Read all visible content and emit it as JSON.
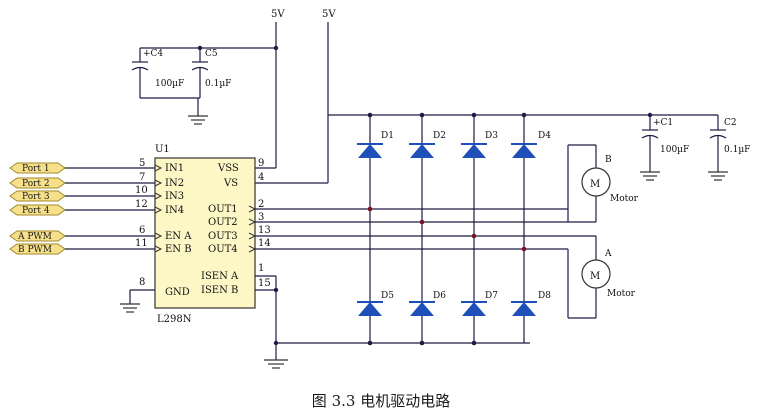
{
  "supply": {
    "label_left": "5V",
    "label_right": "5V"
  },
  "caps": {
    "c4": {
      "name": "+C4",
      "value": "100µF"
    },
    "c5": {
      "name": "C5",
      "value": "0.1µF"
    },
    "c1": {
      "name": "+C1",
      "value": "100µF"
    },
    "c2": {
      "name": "C2",
      "value": "0.1µF"
    }
  },
  "chip": {
    "ref": "U1",
    "part": "L298N",
    "left_pins": [
      {
        "num": "5",
        "name": "IN1"
      },
      {
        "num": "7",
        "name": "IN2"
      },
      {
        "num": "10",
        "name": "IN3"
      },
      {
        "num": "12",
        "name": "IN4"
      },
      {
        "num": "6",
        "name": "EN A"
      },
      {
        "num": "11",
        "name": "EN B"
      },
      {
        "num": "8",
        "name": "GND"
      }
    ],
    "right_pins": [
      {
        "num": "9",
        "name": "VSS"
      },
      {
        "num": "4",
        "name": "VS"
      },
      {
        "num": "2",
        "name": "OUT1"
      },
      {
        "num": "3",
        "name": "OUT2"
      },
      {
        "num": "13",
        "name": "OUT3"
      },
      {
        "num": "14",
        "name": "OUT4"
      },
      {
        "num": "1",
        "name": "ISEN A"
      },
      {
        "num": "15",
        "name": "ISEN B"
      }
    ]
  },
  "ports": [
    "Port 1",
    "Port 2",
    "Port 3",
    "Port 4",
    "A PWM",
    "B PWM"
  ],
  "diodes_top": [
    "D1",
    "D2",
    "D3",
    "D4"
  ],
  "diodes_bottom": [
    "D5",
    "D6",
    "D7",
    "D8"
  ],
  "motors": [
    {
      "ref": "B",
      "symbol": "M",
      "label": "Motor"
    },
    {
      "ref": "A",
      "symbol": "M",
      "label": "Motor"
    }
  ],
  "caption": "图 3.3  电机驱动电路",
  "colors": {
    "port_fill": "#f7e08a",
    "port_stroke": "#a08a2a",
    "diode": "#1f4fb8",
    "wire": "#1c1c44",
    "node": "#7a1020"
  }
}
